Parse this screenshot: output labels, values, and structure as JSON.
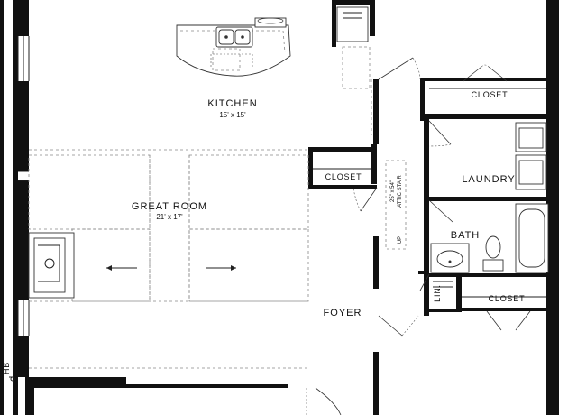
{
  "rooms": {
    "kitchen": {
      "name": "KITCHEN",
      "size": "15' x 15'"
    },
    "great_room": {
      "name": "GREAT ROOM",
      "size": "21' x 17'"
    },
    "laundry": {
      "name": "LAUNDRY"
    },
    "bath": {
      "name": "BATH"
    },
    "foyer": {
      "name": "FOYER"
    },
    "closet_upper_right": {
      "name": "CLOSET"
    },
    "closet_center": {
      "name": "CLOSET"
    },
    "closet_lower_right": {
      "name": "CLOSET"
    },
    "linen": {
      "name": "LIN."
    }
  },
  "stair": {
    "label_size": "25\" x 54\"",
    "label_name": "ATTIC STAIR",
    "direction": "UP"
  },
  "hose_bib": {
    "label": "HB"
  },
  "colors": {
    "wall": "#111111",
    "line": "#222222",
    "dashed": "#888888",
    "background": "#ffffff"
  }
}
